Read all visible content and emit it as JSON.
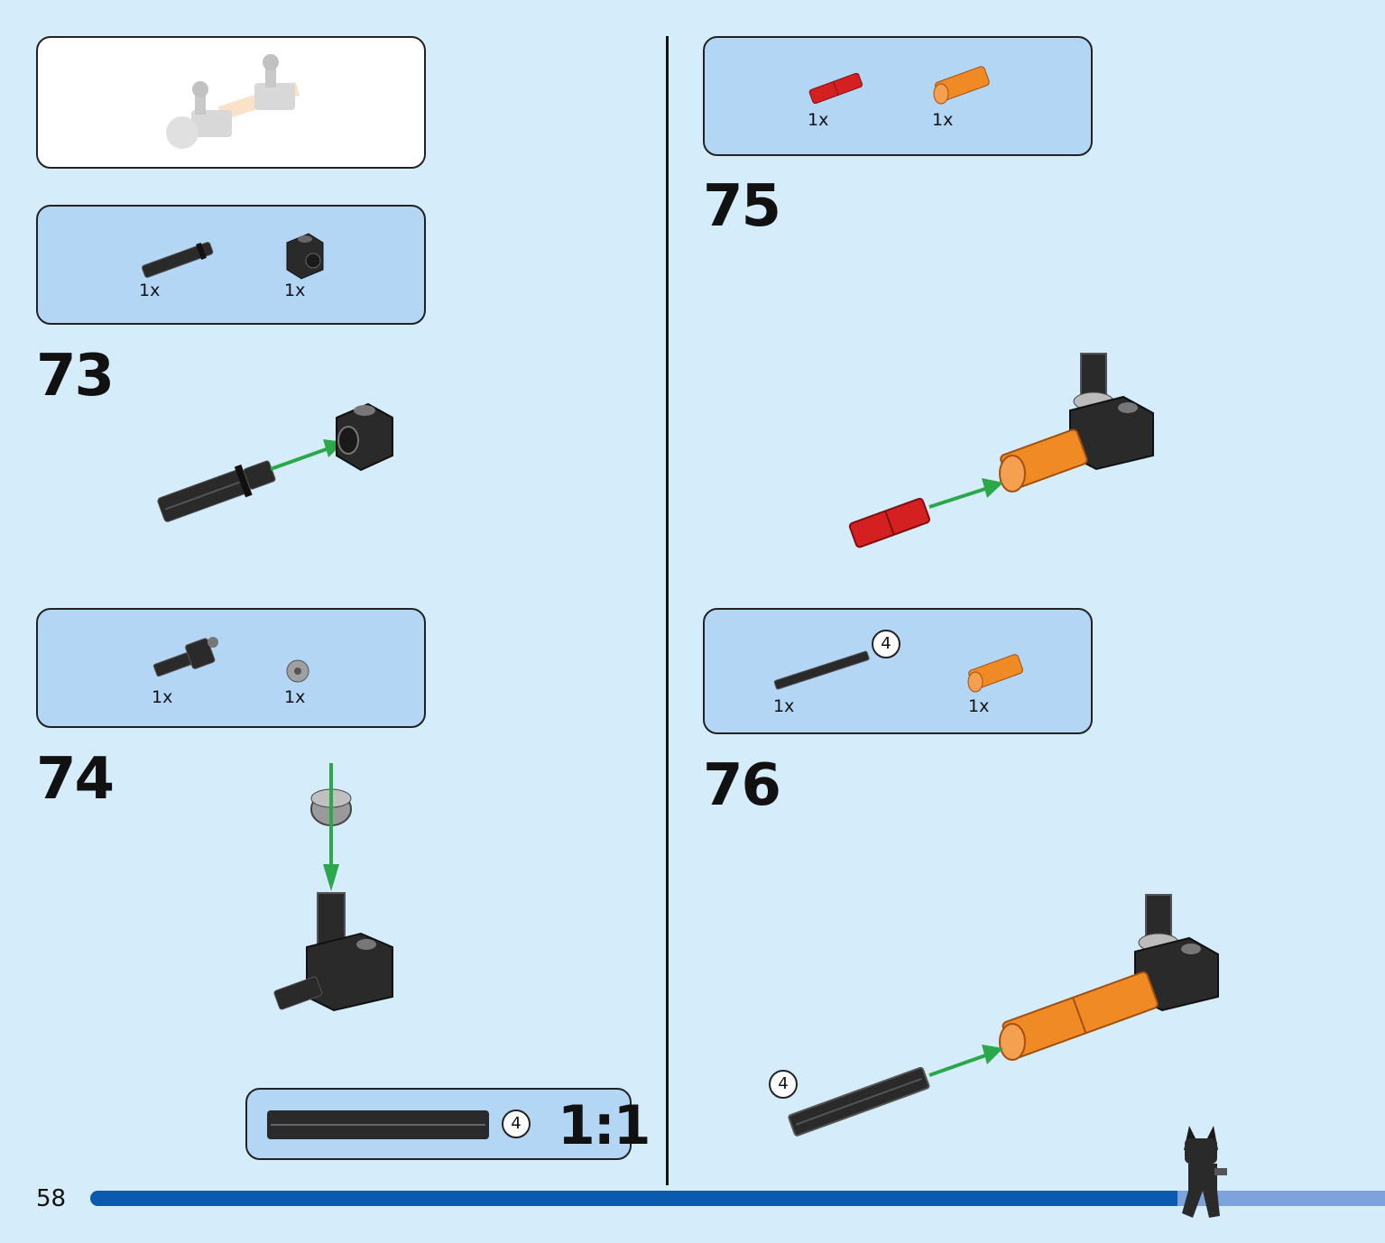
{
  "page": {
    "number": "58",
    "progress": 0.84
  },
  "preview_box": {},
  "steps": [
    {
      "number": "73",
      "parts": [
        {
          "qty": "1x",
          "icon": "axle-with-stop-icon",
          "color": "#2a2a2a"
        },
        {
          "qty": "1x",
          "icon": "technic-brick-1x1-icon",
          "color": "#2a2a2a"
        }
      ]
    },
    {
      "number": "74",
      "parts": [
        {
          "qty": "1x",
          "icon": "axle-connector-icon",
          "color": "#2a2a2a"
        },
        {
          "qty": "1x",
          "icon": "bush-icon",
          "color": "#a0a0a0"
        }
      ]
    },
    {
      "number": "75",
      "parts": [
        {
          "qty": "1x",
          "icon": "axle-joiner-icon",
          "color": "#d42020"
        },
        {
          "qty": "1x",
          "icon": "orange-connector-icon",
          "color": "#f08a24"
        }
      ]
    },
    {
      "number": "76",
      "parts": [
        {
          "qty": "1x",
          "icon": "axle-icon",
          "color": "#2a2a2a",
          "length": "4"
        },
        {
          "qty": "1x",
          "icon": "orange-connector-icon",
          "color": "#f08a24"
        }
      ]
    }
  ],
  "scale_box": {
    "axle_length": "4",
    "ratio": "1:1"
  },
  "colors": {
    "background": "#d5ecfb",
    "parts_box": "#b3d6f5",
    "arrow": "#2aa84a",
    "progress": "#0a5ab0"
  }
}
